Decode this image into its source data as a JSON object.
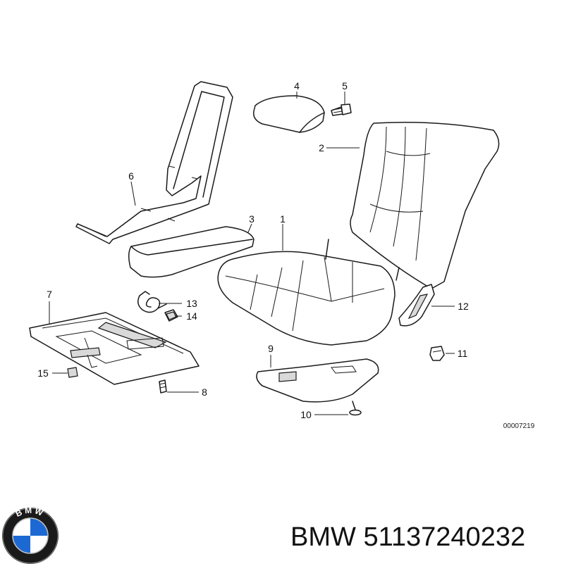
{
  "diagram": {
    "callouts": {
      "c1": "1",
      "c2": "2",
      "c3": "3",
      "c4": "4",
      "c5": "5",
      "c6": "6",
      "c7": "7",
      "c8": "8",
      "c9": "9",
      "c10": "10",
      "c11": "11",
      "c12": "12",
      "c13": "13",
      "c14": "14",
      "c15": "15"
    },
    "ref_code": "00007219"
  },
  "caption": {
    "brand": "BMW",
    "part_number": "51137240232"
  },
  "logo": {
    "text": "BMW",
    "colors": {
      "blue": "#1c69d4",
      "white": "#ffffff",
      "ring": "#1a1a1a"
    }
  }
}
